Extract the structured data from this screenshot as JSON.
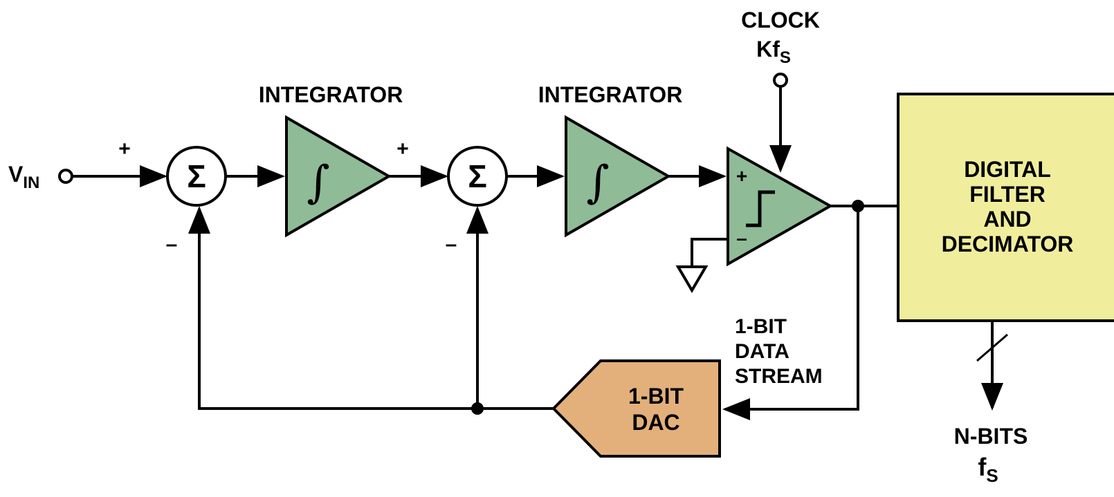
{
  "input": {
    "name": "V",
    "subscript": "IN"
  },
  "clock": {
    "title": "CLOCK",
    "rate_main": "Kf",
    "rate_sub": "S"
  },
  "integrators": [
    {
      "label": "INTEGRATOR",
      "symbol": "∫"
    },
    {
      "label": "INTEGRATOR",
      "symbol": "∫"
    }
  ],
  "summers": [
    {
      "symbol": "Σ",
      "plus": "+",
      "minus": "–"
    },
    {
      "symbol": "Σ",
      "plus": "+",
      "minus": "–"
    }
  ],
  "comparator": {
    "plus": "+",
    "minus": "–"
  },
  "filter": {
    "lines": [
      "DIGITAL",
      "FILTER",
      "AND",
      "DECIMATOR"
    ]
  },
  "stream": {
    "lines": [
      "1-BIT",
      "DATA",
      "STREAM"
    ]
  },
  "dac": {
    "lines": [
      "1-BIT",
      "DAC"
    ]
  },
  "output": {
    "bits": "N-BITS",
    "rate_main": "f",
    "rate_sub": "S"
  },
  "colors": {
    "integrator": "#8fbb96",
    "filter": "#f0ee9c",
    "dac": "#e3b07c",
    "line": "#000000"
  }
}
